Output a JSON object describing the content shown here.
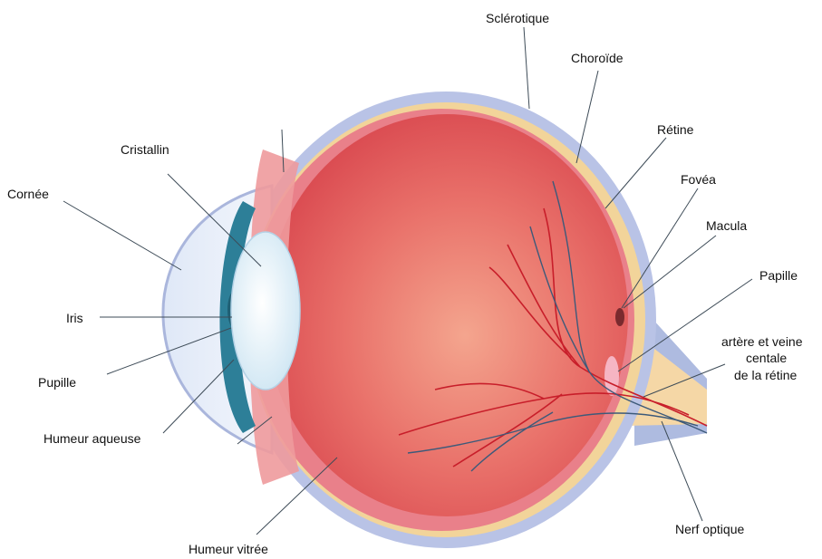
{
  "labels": {
    "sclerotique": "Sclérotique",
    "choroide": "Choroïde",
    "retine": "Rétine",
    "fovea": "Fovéa",
    "macula": "Macula",
    "papille": "Papille",
    "artere_line1": "artère et veine",
    "artere_line2": "centale",
    "artere_line3": "de la rétine",
    "nerf_optique": "Nerf optique",
    "humeur_vitree": "Humeur vitrée",
    "humeur_aqueuse": "Humeur aqueuse",
    "pupille": "Pupille",
    "iris": "Iris",
    "cornee": "Cornée",
    "cristallin": "Cristallin"
  },
  "colors": {
    "sclera": "#b9c3e6",
    "sclera_edge": "#9aa6d4",
    "choroid": "#f2d49a",
    "retina": "#e9808a",
    "vitreous": "#e2545a",
    "vitreous_center": "#f29a86",
    "nerve": "#f5d7a6",
    "lens": "#eef6fb",
    "iris": "#2d7f98",
    "artery": "#c81e2a",
    "vein": "#3d5a7a"
  }
}
